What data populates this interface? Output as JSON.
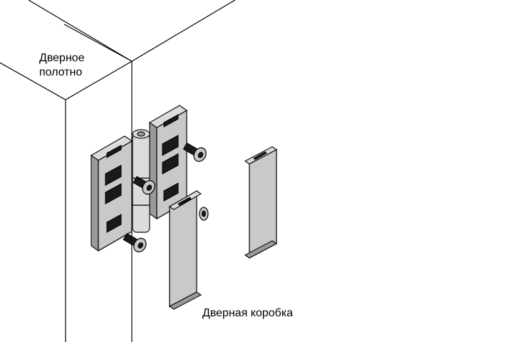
{
  "labels": {
    "door_leaf_line1": "Дверное",
    "door_leaf_line2": "полотно",
    "door_frame": "Дверная коробка"
  },
  "colors": {
    "metal": "#c9c9c9",
    "metal_light": "#dcdcdc",
    "metal_dark": "#9a9a9a",
    "outline": "#111111"
  }
}
